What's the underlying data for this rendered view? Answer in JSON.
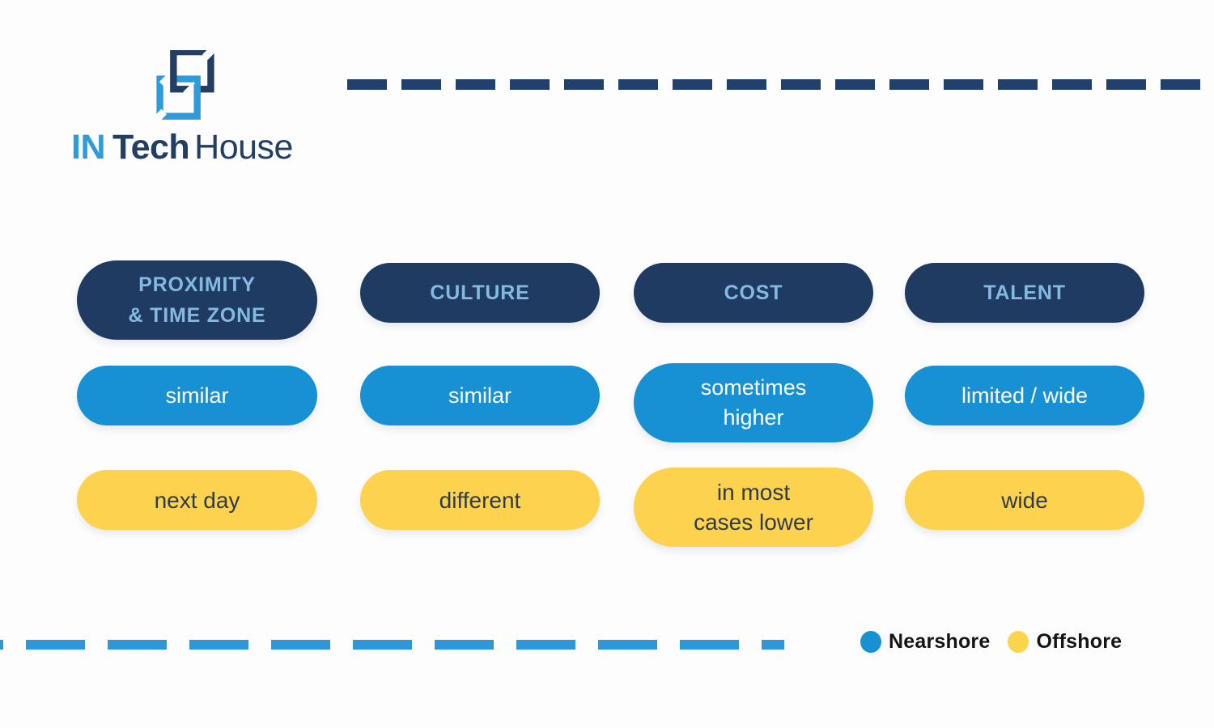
{
  "brand": {
    "word_primary": "IN",
    "word_secondary": "Tech",
    "word_tertiary": "House",
    "icon": "interlocked-squares",
    "colors": {
      "light_blue": "#2E9CD9",
      "navy": "#223E63"
    }
  },
  "decor": {
    "top_dash_color": "#21406B",
    "bottom_dash_color": "#2F97D8"
  },
  "comparison": {
    "columns": [
      {
        "header": "PROXIMITY\n& TIME ZONE",
        "nearshore": "similar",
        "offshore": "next day"
      },
      {
        "header": "CULTURE",
        "nearshore": "similar",
        "offshore": "different"
      },
      {
        "header": "COST",
        "nearshore": "sometimes\nhigher",
        "offshore": "in most\ncases lower"
      },
      {
        "header": "TALENT",
        "nearshore": "limited / wide",
        "offshore": "wide"
      }
    ],
    "row_colors": {
      "header_bg": "#1F3B62",
      "header_text": "#83BAE2",
      "nearshore_bg": "#1791D3",
      "nearshore_text": "#FFFFFF",
      "offshore_bg": "#FCD24E",
      "offshore_text": "#313B44"
    }
  },
  "legend": {
    "items": [
      {
        "label": "Nearshore",
        "color": "#1791D3"
      },
      {
        "label": "Offshore",
        "color": "#F9D44C"
      }
    ]
  }
}
